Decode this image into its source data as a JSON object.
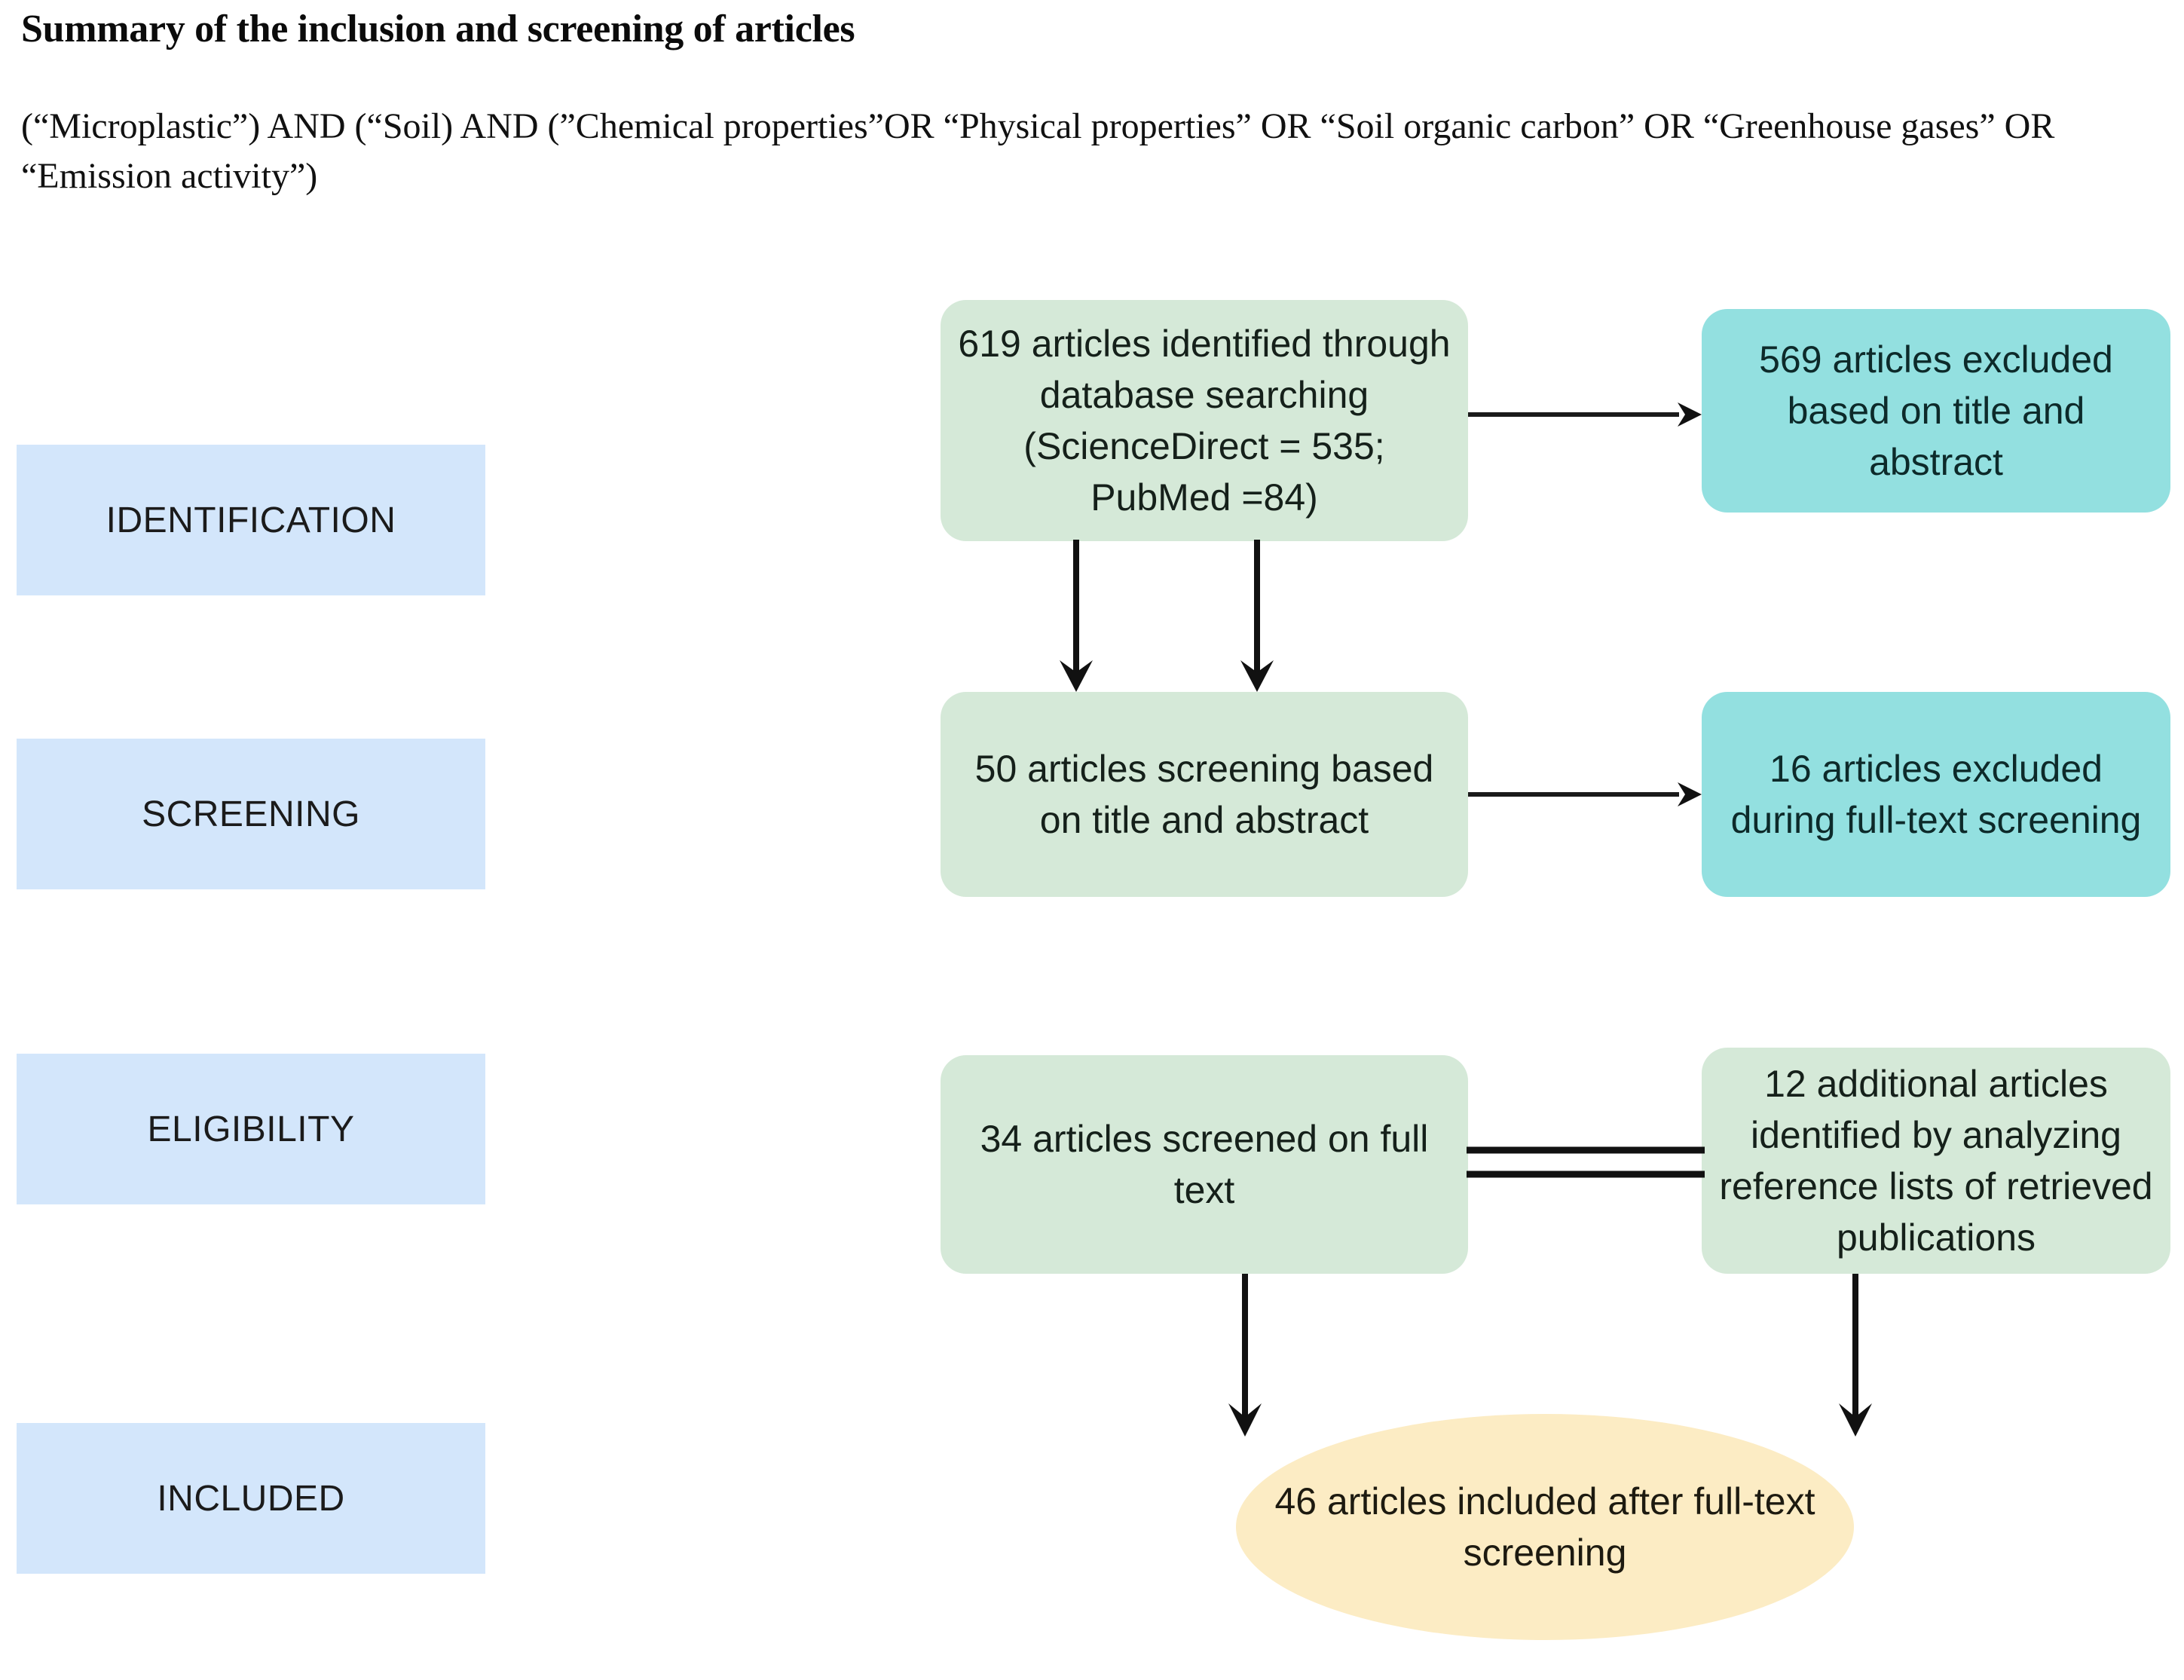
{
  "header": {
    "title": "Summary of the inclusion and screening of articles",
    "query": "(“Microplastic”) AND (“Soil) AND (”Chemical properties”OR “Physical properties” OR “Soil organic carbon” OR “Greenhouse gases” OR “Emission activity”)"
  },
  "colors": {
    "stage_label_fill": "#d3e6fb",
    "identified_fill": "#d5e9d8",
    "excluded_fill": "#93e0e0",
    "included_fill": "#fcecc4",
    "connector_stroke": "#1a1a1a",
    "page_background": "#ffffff"
  },
  "stages": [
    {
      "id": "identification",
      "label": "IDENTIFICATION"
    },
    {
      "id": "screening",
      "label": "SCREENING"
    },
    {
      "id": "eligibility",
      "label": "ELIGIBILITY"
    },
    {
      "id": "included",
      "label": "INCLUDED"
    }
  ],
  "flow": {
    "identified": {
      "text": "619 articles identified through database searching (ScienceDirect = 535; PubMed =84)",
      "count": 619,
      "sources": {
        "ScienceDirect": 535,
        "PubMed": 84
      }
    },
    "excluded_title_abstract": {
      "text": "569 articles excluded based on title and abstract",
      "count": 569
    },
    "screened_title_abstract": {
      "text": "50 articles screening based on title and abstract",
      "count": 50
    },
    "excluded_fulltext": {
      "text": "16 articles excluded during full-text screening",
      "count": 16
    },
    "screened_fulltext": {
      "text": "34 articles screened on full text",
      "count": 34
    },
    "additional_records": {
      "text": "12 additional articles identified by analyzing reference lists of retrieved publications",
      "count": 12
    },
    "included": {
      "text": "46 articles included after full-text screening",
      "count": 46
    }
  },
  "connectors": [
    {
      "id": "identified-to-excluded-title",
      "type": "arrow-right",
      "from": "identified",
      "to": "excluded_title_abstract"
    },
    {
      "id": "identified-to-screening-left",
      "type": "arrow-down",
      "from": "identified",
      "to": "screened_title_abstract"
    },
    {
      "id": "identified-to-screening-right",
      "type": "arrow-down",
      "from": "identified",
      "to": "screened_title_abstract"
    },
    {
      "id": "screening-to-excluded-full",
      "type": "arrow-right",
      "from": "screened_title_abstract",
      "to": "excluded_fulltext"
    },
    {
      "id": "fulltext-to-additional",
      "type": "double-line",
      "from": "screened_fulltext",
      "to": "additional_records"
    },
    {
      "id": "fulltext-to-included",
      "type": "arrow-down",
      "from": "screened_fulltext",
      "to": "included"
    },
    {
      "id": "additional-to-included",
      "type": "arrow-down",
      "from": "additional_records",
      "to": "included"
    }
  ]
}
